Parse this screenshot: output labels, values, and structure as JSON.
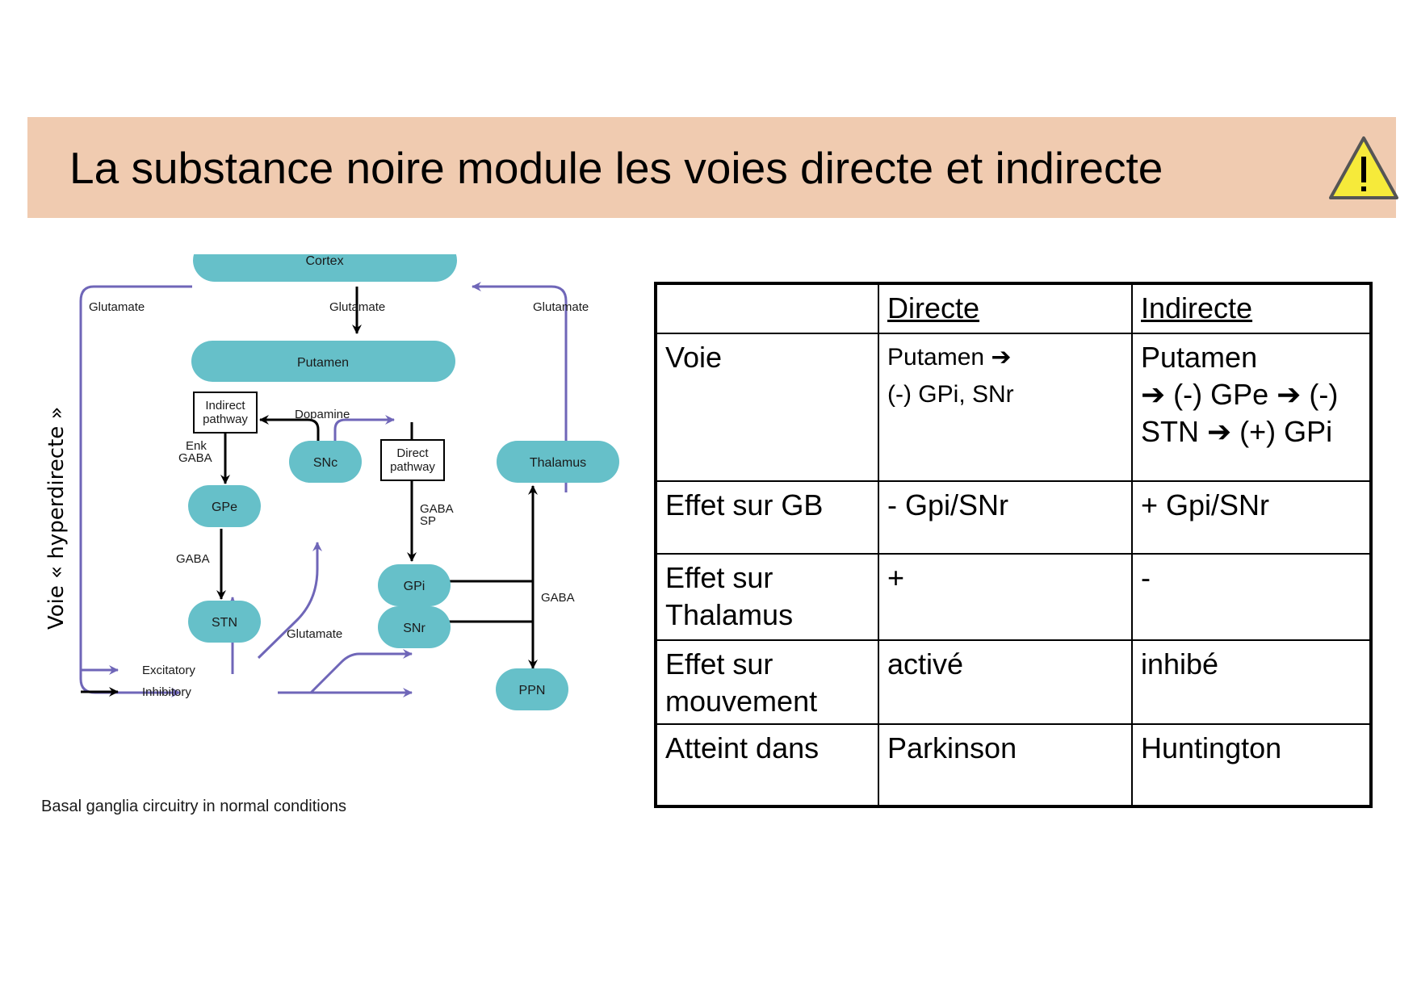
{
  "slide": {
    "title": "La substance noire module les voies directe et indirecte",
    "warning_icon": "warning-triangle-icon",
    "side_label": "Voie « hyperdirecte »"
  },
  "diagram": {
    "nodes": {
      "cortex": "Cortex",
      "putamen": "Putamen",
      "snc": "SNc",
      "thalamus": "Thalamus",
      "gpe": "GPe",
      "stn": "STN",
      "gpi": "GPi",
      "snr": "SNr",
      "ppn": "PPN"
    },
    "labels": {
      "glutamate_left": "Glutamate",
      "glutamate_center": "Glutamate",
      "glutamate_right": "Glutamate",
      "indirect_pathway": [
        "Indirect",
        "pathway"
      ],
      "dopamine": "Dopamine",
      "direct_pathway": [
        "Direct",
        "pathway"
      ],
      "enk_gaba": [
        "Enk",
        "GABA"
      ],
      "gaba_sp": [
        "GABA",
        "SP"
      ],
      "gaba_gpe_stn": "GABA",
      "gaba_output": "GABA",
      "glutamate_stn": "Glutamate"
    },
    "legend": {
      "excitatory": "Excitatory",
      "inhibitory": "Inhibitory"
    },
    "caption": "Basal ganglia circuitry in normal conditions",
    "colors": {
      "node_fill": "#66c0c9",
      "excitatory": "#6f66b8",
      "inhibitory": "#000000"
    }
  },
  "table": {
    "header": [
      "",
      "Directe",
      "Indirecte"
    ],
    "rows": [
      {
        "label": "Voie",
        "directe": [
          "Putamen ➔",
          "(-) GPi, SNr"
        ],
        "indirecte": [
          "Putamen",
          "➔ (-) GPe ➔ (-)",
          "STN ➔ (+) GPi"
        ]
      },
      {
        "label": "Effet sur GB",
        "directe": "- Gpi/SNr",
        "indirecte": "+ Gpi/SNr"
      },
      {
        "label": [
          "Effet sur",
          "Thalamus"
        ],
        "directe": "+",
        "indirecte": "-"
      },
      {
        "label": [
          "Effet sur",
          "mouvement"
        ],
        "directe": "activé",
        "indirecte": "inhibé"
      },
      {
        "label": "Atteint dans",
        "directe": "Parkinson",
        "indirecte": "Huntington"
      }
    ]
  }
}
